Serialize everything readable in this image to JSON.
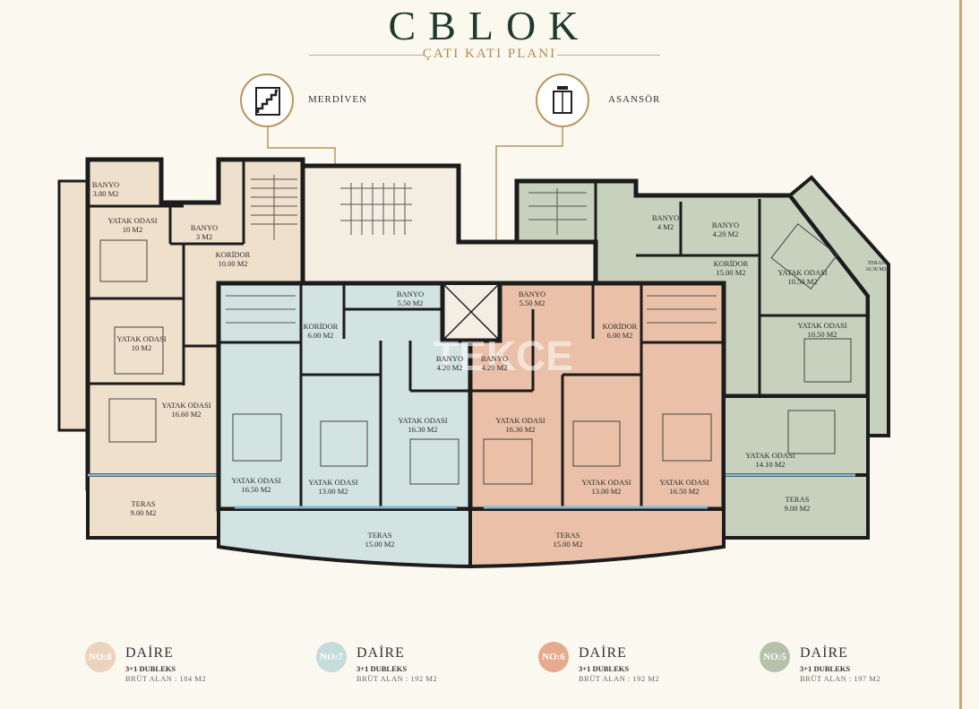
{
  "header": {
    "title": "CBLOK",
    "subtitle": "ÇATI KATI PLANI"
  },
  "callouts": {
    "stairs": "MERDİVEN",
    "elevator": "ASANSÖR"
  },
  "watermark": "TEKCE",
  "colors": {
    "unit8": "#efe0cc",
    "unit7": "#d3e3e2",
    "unit6": "#eac0a8",
    "unit5": "#c7d1bd",
    "common": "#f4ede1",
    "wall": "#1c1c1c"
  },
  "rooms": [
    {
      "name": "BANYO",
      "area": "3.80 M2"
    },
    {
      "name": "BANYO",
      "area": "3 M2"
    },
    {
      "name": "YATAK ODASI",
      "area": "10 M2"
    },
    {
      "name": "KORİDOR",
      "area": "10.00 M2"
    },
    {
      "name": "YATAK ODASI",
      "area": "10 M2"
    },
    {
      "name": "YATAK ODASI",
      "area": "16.60 M2"
    },
    {
      "name": "TERAS",
      "area": "9.00 M2"
    },
    {
      "name": "KORİDOR",
      "area": "6.00 M2"
    },
    {
      "name": "BANYO",
      "area": "5.50 M2"
    },
    {
      "name": "BANYO",
      "area": "4.20 M2"
    },
    {
      "name": "YATAK ODASI",
      "area": "16.30 M2"
    },
    {
      "name": "YATAK ODASI",
      "area": "16.50 M2"
    },
    {
      "name": "YATAK ODASI",
      "area": "13.00 M2"
    },
    {
      "name": "TERAS",
      "area": "15.00 M2"
    },
    {
      "name": "BANYO",
      "area": "5.50 M2"
    },
    {
      "name": "KORİDOR",
      "area": "6.00 M2"
    },
    {
      "name": "BANYO",
      "area": "4.20 M2"
    },
    {
      "name": "YATAK ODASI",
      "area": "16.30 M2"
    },
    {
      "name": "YATAK ODASI",
      "area": "13.00 M2"
    },
    {
      "name": "YATAK ODASI",
      "area": "16.50 M2"
    },
    {
      "name": "TERAS",
      "area": "15.00 M2"
    },
    {
      "name": "BANYO",
      "area": "4 M2"
    },
    {
      "name": "BANYO",
      "area": "4.20 M2"
    },
    {
      "name": "KORİDOR",
      "area": "15.00 M2"
    },
    {
      "name": "YATAK ODASI",
      "area": "10.50 M2"
    },
    {
      "name": "YATAK ODASI",
      "area": "10.50 M2"
    },
    {
      "name": "YATAK ODASI",
      "area": "14.10 M2"
    },
    {
      "name": "TERAS",
      "area": "9.00 M2"
    },
    {
      "name": "TERAS",
      "area": "10.30 M2"
    }
  ],
  "legend": [
    {
      "badge": "NO:8",
      "title": "DAİRE",
      "type": "3+1 DUBLEKS",
      "area": "BRÜT ALAN : 184 M2",
      "color": "#ecd3bd"
    },
    {
      "badge": "NO:7",
      "title": "DAİRE",
      "type": "3+1 DUBLEKS",
      "area": "BRÜT ALAN : 192 M2",
      "color": "#c5dcdb"
    },
    {
      "badge": "NO:6",
      "title": "DAİRE",
      "type": "3+1 DUBLEKS",
      "area": "BRÜT ALAN : 192 M2",
      "color": "#e6aa8e"
    },
    {
      "badge": "NO:5",
      "title": "DAİRE",
      "type": "3+1 DUBLEKS",
      "area": "BRÜT ALAN : 197 M2",
      "color": "#b5c1a8"
    }
  ]
}
